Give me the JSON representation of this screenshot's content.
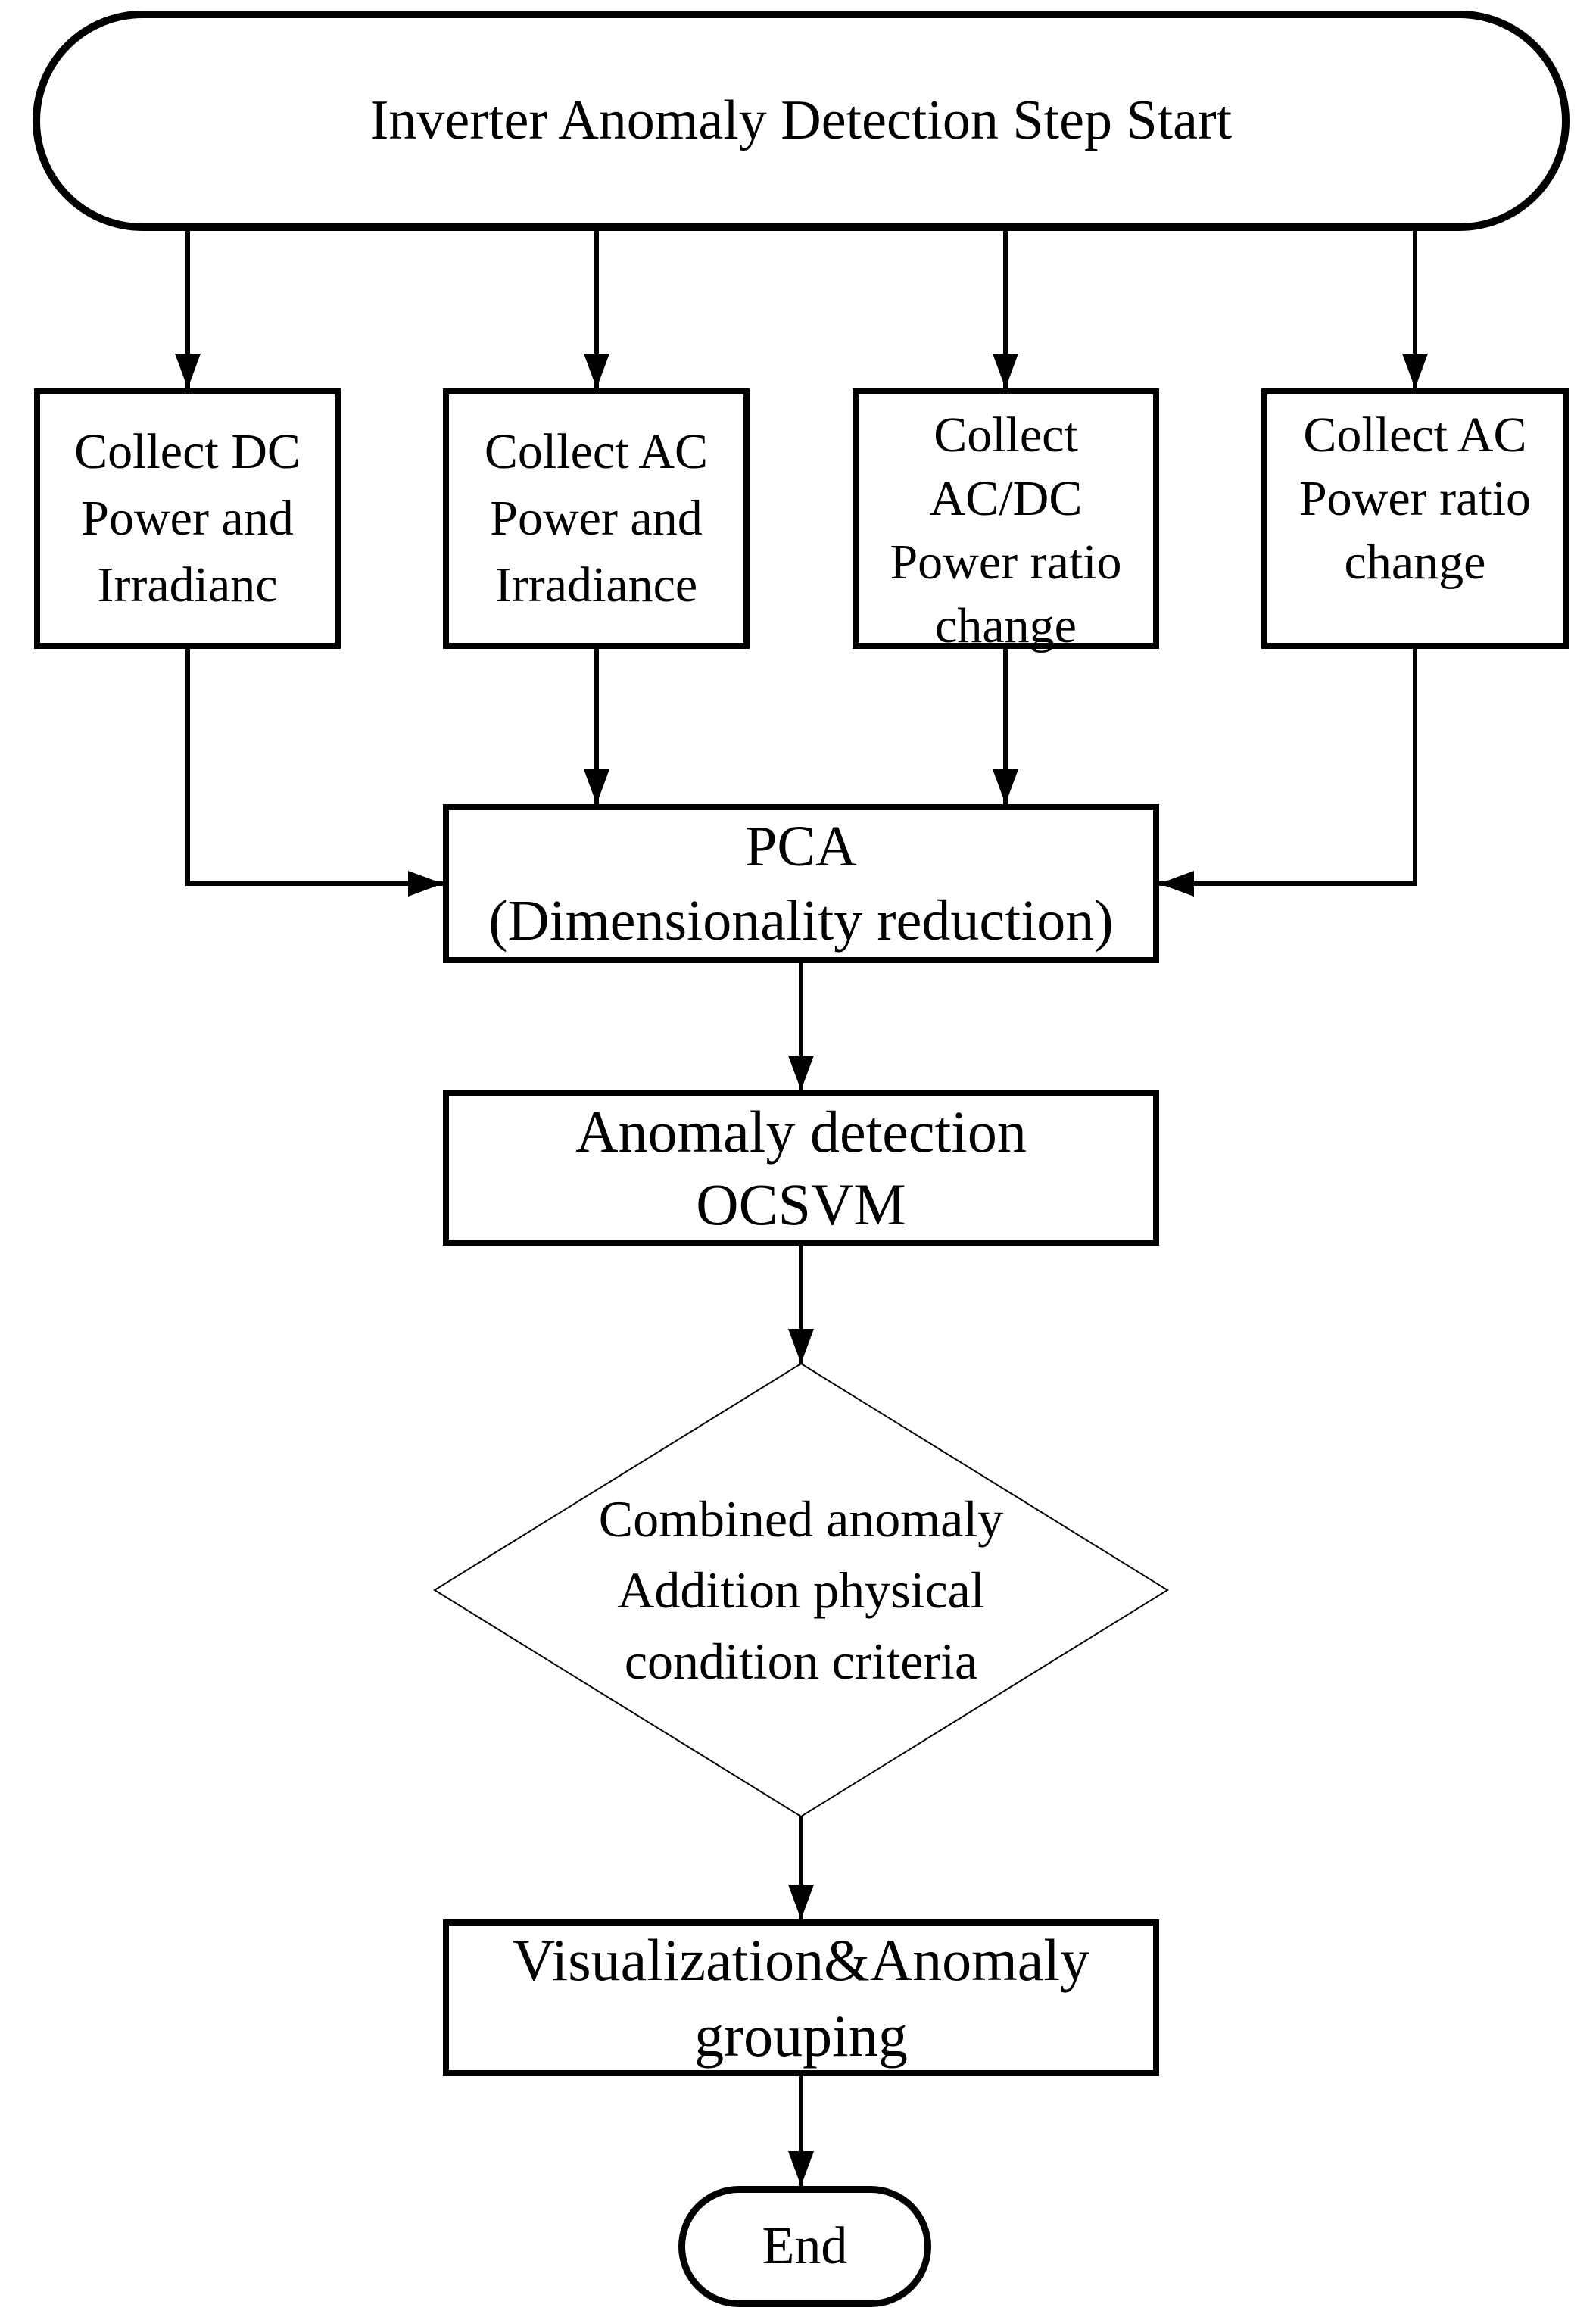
{
  "diagram": {
    "type": "flowchart",
    "background_color": "#ffffff",
    "line_color": "#000000",
    "nodes": {
      "start": {
        "shape": "terminator",
        "label": "Inverter Anomaly Detection Step Start"
      },
      "collect_dc": {
        "shape": "process",
        "lines": [
          "Collect DC",
          "Power and",
          "Irradianc"
        ]
      },
      "collect_ac": {
        "shape": "process",
        "lines": [
          "Collect AC",
          "Power and",
          "Irradiance"
        ]
      },
      "collect_acdc_ratio": {
        "shape": "process",
        "lines": [
          "Collect",
          "AC/DC",
          "Power ratio",
          "change"
        ]
      },
      "collect_ac_ratio": {
        "shape": "process",
        "lines": [
          "Collect AC",
          "Power ratio",
          "change"
        ]
      },
      "pca": {
        "shape": "process",
        "lines": [
          "PCA",
          "(Dimensionality reduction)"
        ]
      },
      "ocsvm": {
        "shape": "process",
        "lines": [
          "Anomaly detection",
          "OCSVM"
        ]
      },
      "decision": {
        "shape": "decision",
        "lines": [
          "Combined anomaly",
          "Addition physical",
          "condition criteria"
        ]
      },
      "visualization": {
        "shape": "process",
        "lines": [
          "Visualization&Anomaly",
          "grouping"
        ]
      },
      "end": {
        "shape": "terminator",
        "label": "End"
      }
    },
    "edges": [
      {
        "from": "start",
        "to": "collect_dc"
      },
      {
        "from": "start",
        "to": "collect_ac"
      },
      {
        "from": "start",
        "to": "collect_acdc_ratio"
      },
      {
        "from": "start",
        "to": "collect_ac_ratio"
      },
      {
        "from": "collect_dc",
        "to": "pca"
      },
      {
        "from": "collect_ac",
        "to": "pca"
      },
      {
        "from": "collect_acdc_ratio",
        "to": "pca"
      },
      {
        "from": "collect_ac_ratio",
        "to": "pca"
      },
      {
        "from": "pca",
        "to": "ocsvm"
      },
      {
        "from": "ocsvm",
        "to": "decision"
      },
      {
        "from": "decision",
        "to": "visualization"
      },
      {
        "from": "visualization",
        "to": "end"
      }
    ]
  }
}
